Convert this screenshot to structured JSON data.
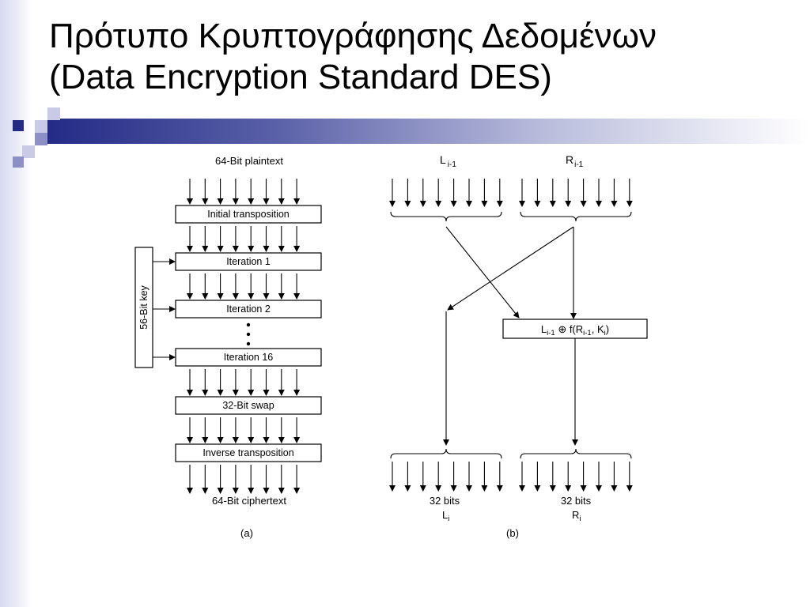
{
  "slide": {
    "title_line1": "Πρότυπο Κρυπτογράφησης Δεδομένων",
    "title_line2": "(Data Encryption Standard DES)",
    "accent_color": "#232b86",
    "accent_light": "#8c90c6",
    "accent_pale": "#c9cbe6"
  },
  "diagram_a": {
    "input_label": "64-Bit plaintext",
    "initial_transposition": "Initial transposition",
    "iteration_1": "Iteration 1",
    "iteration_2": "Iteration 2",
    "iteration_16": "Iteration 16",
    "swap": "32-Bit swap",
    "inverse_transposition": "Inverse transposition",
    "output_label": "64-Bit ciphertext",
    "key_label": "56-Bit key",
    "caption": "(a)"
  },
  "diagram_b": {
    "left_in_main": "L",
    "left_in_sub": "i-1",
    "right_in_main": "R",
    "right_in_sub": "i-1",
    "f_box": {
      "part1": "L",
      "sub1": "i-1",
      "part2": " ⊕ f(R",
      "sub2": "i-1",
      "part3": ", K",
      "sub3": "i",
      "part4": ")"
    },
    "left_out_bits": "32 bits",
    "left_out_main": "L",
    "left_out_sub": "i",
    "right_out_bits": "32 bits",
    "right_out_main": "R",
    "right_out_sub": "i",
    "caption": "(b)"
  }
}
